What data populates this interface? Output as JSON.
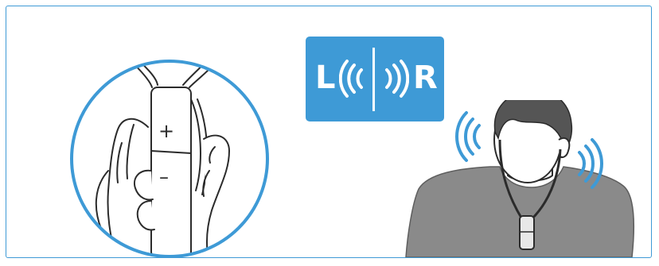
{
  "balance_badge": {
    "left_label": "L",
    "right_label": "R",
    "background_color": "#3e9ad6"
  },
  "device_closeup": {
    "plus_symbol": "+",
    "minus_symbol": "–",
    "circle_color": "#3e9ad6"
  },
  "icons": [
    "hand-holding-device-illustration",
    "sound-wave-left-icon",
    "sound-wave-right-icon",
    "person-wearing-neckloop-illustration"
  ]
}
